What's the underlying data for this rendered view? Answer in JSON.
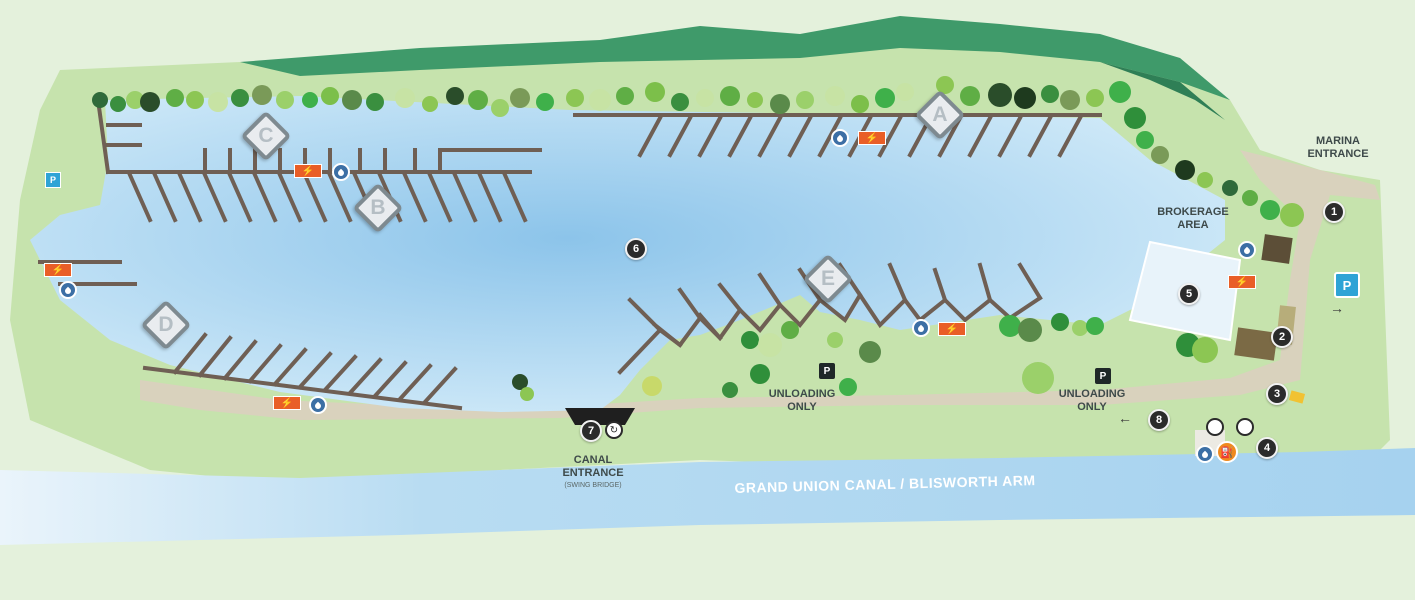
{
  "labels": {
    "marina_entrance": "MARINA\nENTRANCE",
    "brokerage_area": "BROKERAGE\nAREA",
    "unloading_only_1": "UNLOADING\nONLY",
    "unloading_only_2": "UNLOADING\nONLY",
    "canal_entrance": "CANAL\nENTRANCE",
    "swing_bridge": "(SWING BRIDGE)",
    "canal_name": "GRAND UNION CANAL / BLISWORTH ARM"
  },
  "pontoons": {
    "a": "A",
    "b": "B",
    "c": "C",
    "d": "D",
    "e": "E"
  },
  "numbers": {
    "n1": "1",
    "n2": "2",
    "n3": "3",
    "n4": "4",
    "n5": "5",
    "n6": "6",
    "n7": "7",
    "n8": "8"
  },
  "icons": {
    "parking": "P",
    "electric": "⚡",
    "fuel": "⛽",
    "swing": "↻",
    "arrow_left": "←",
    "arrow_right": "→"
  },
  "colors": {
    "water": "#b5dcf2",
    "water_deep": "#8cc4ea",
    "grass": "#c6e3ad",
    "hill": "#3f9a6a",
    "path": "#d9d2bd",
    "jetty": "#6f5f54",
    "pontoon_border": "#7e8a90"
  }
}
